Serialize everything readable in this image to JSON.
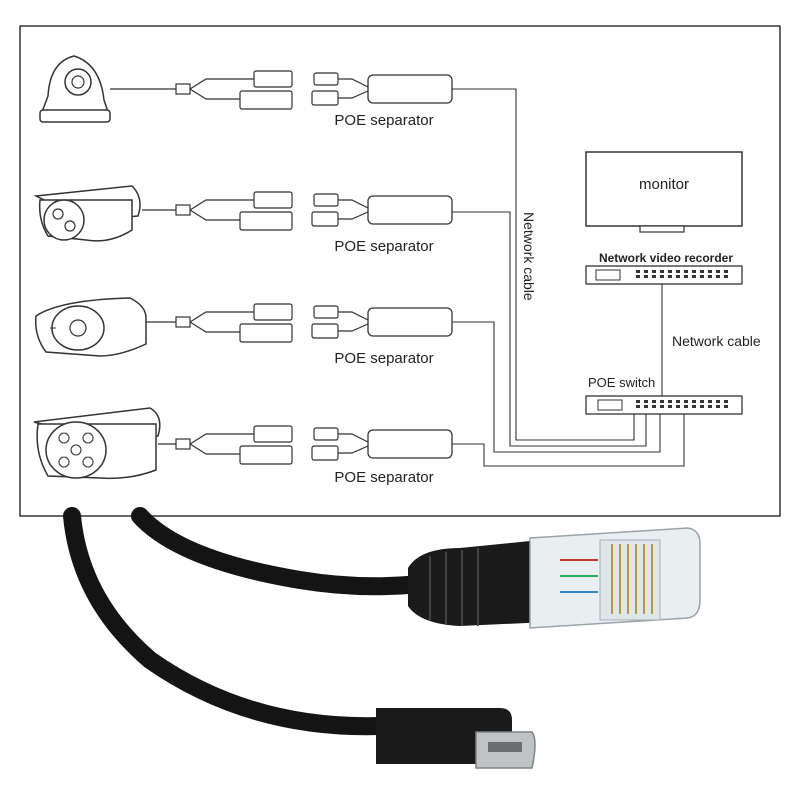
{
  "diagram": {
    "separator_label": "POE separator",
    "separators": [
      {
        "label": "POE separator"
      },
      {
        "label": "POE separator"
      },
      {
        "label": "POE separator"
      },
      {
        "label": "POE separator"
      }
    ],
    "network_cable_vertical": "Network cable",
    "network_cable_horizontal": "Network cable",
    "monitor_label": "monitor",
    "nvr_label": "Network video recorder",
    "poe_switch_label": "POE switch"
  },
  "cameras": [
    {
      "icon": "dome-camera-icon"
    },
    {
      "icon": "bullet-camera-icon"
    },
    {
      "icon": "box-camera-icon"
    },
    {
      "icon": "array-bullet-camera-icon"
    }
  ],
  "product": {
    "icons": [
      "rj45-connector-icon",
      "micro-usb-connector-icon"
    ]
  },
  "colors": {
    "line": "#333333",
    "cable": "#111111",
    "frame": "#333333"
  }
}
